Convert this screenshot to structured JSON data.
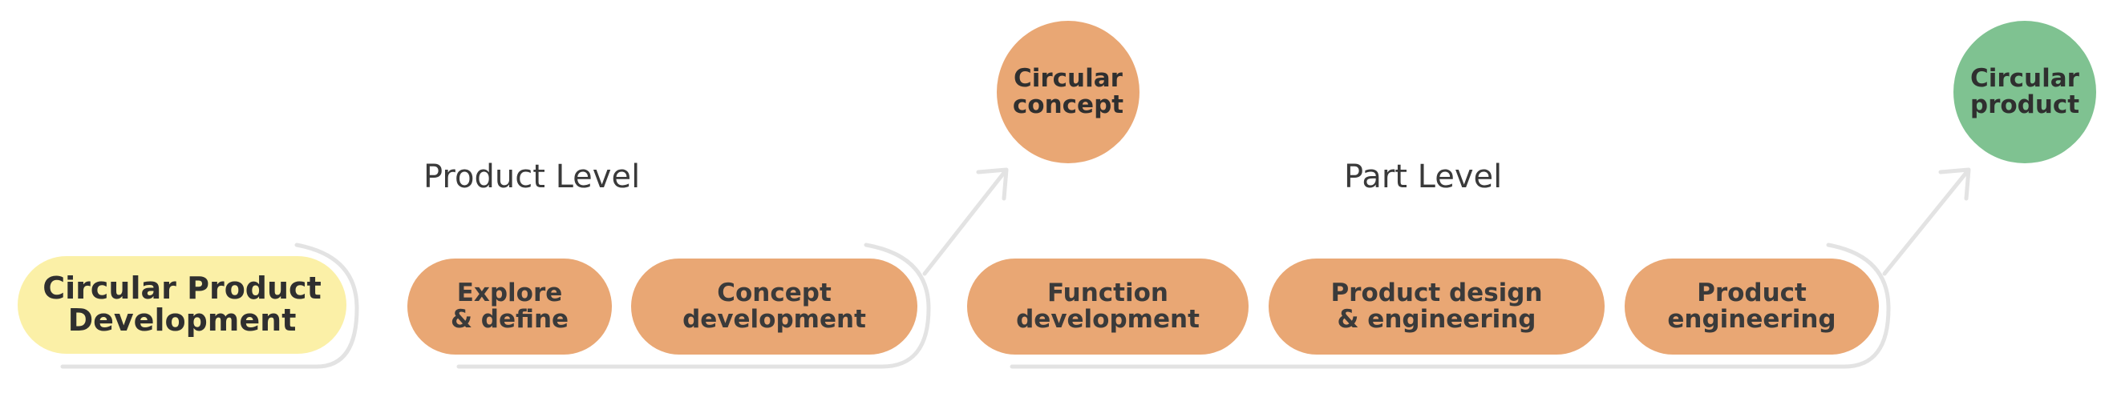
{
  "start": {
    "label": "Circular Product\nDevelopment"
  },
  "groups": [
    {
      "label": "Product Level"
    },
    {
      "label": "Part Level"
    }
  ],
  "steps": [
    {
      "label": "Explore\n& define"
    },
    {
      "label": "Concept\ndevelopment"
    },
    {
      "label": "Function\ndevelopment"
    },
    {
      "label": "Product design\n& engineering"
    },
    {
      "label": "Product\nengineering"
    }
  ],
  "outcomes": [
    {
      "label": "Circular\nconcept",
      "color": "#e9a774"
    },
    {
      "label": "Circular\nproduct",
      "color": "#7fc291"
    }
  ],
  "colors": {
    "step": "#e9a774",
    "start": "#fbf0a7",
    "connector": "#e3e3e3",
    "text": "#3a3a3a"
  }
}
